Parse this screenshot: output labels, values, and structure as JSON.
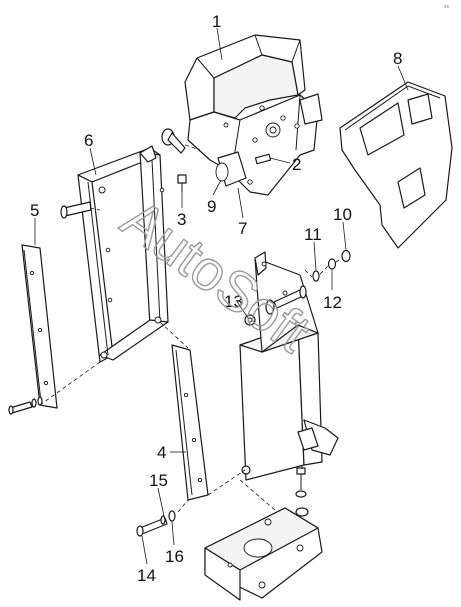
{
  "corner_mark": "xx",
  "watermark": "AutoSoft",
  "callouts": {
    "c1": "1",
    "c2": "2",
    "c3": "3",
    "c4": "4",
    "c5": "5",
    "c6": "6",
    "c7": "7",
    "c8": "8",
    "c9": "9",
    "c10": "10",
    "c11": "11",
    "c12": "12",
    "c13": "13",
    "c14": "14",
    "c15": "15",
    "c16": "16"
  }
}
